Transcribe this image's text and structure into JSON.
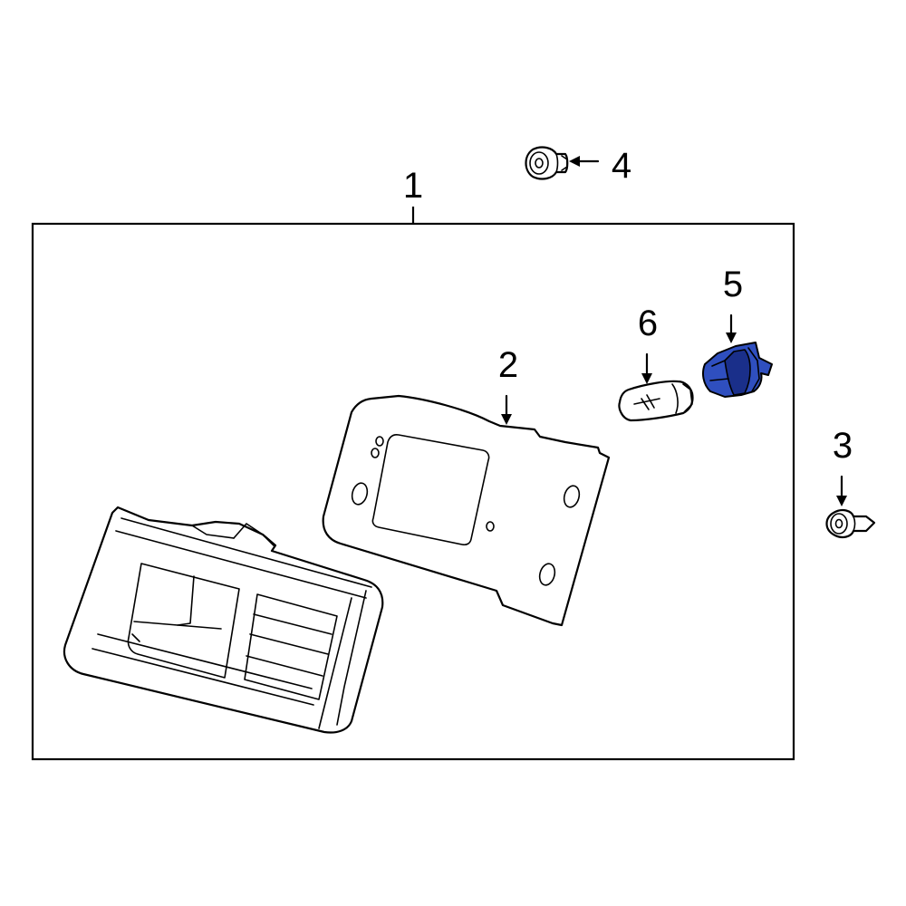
{
  "callouts": [
    {
      "id": 1,
      "label": "1"
    },
    {
      "id": 2,
      "label": "2"
    },
    {
      "id": 3,
      "label": "3"
    },
    {
      "id": 4,
      "label": "4"
    },
    {
      "id": 5,
      "label": "5"
    },
    {
      "id": 6,
      "label": "6"
    }
  ],
  "colors": {
    "highlight_fill": "#2f4fbf",
    "highlight_dark": "#1a2f8a",
    "line": "#000000",
    "background": "#ffffff"
  },
  "highlighted_part": "5"
}
